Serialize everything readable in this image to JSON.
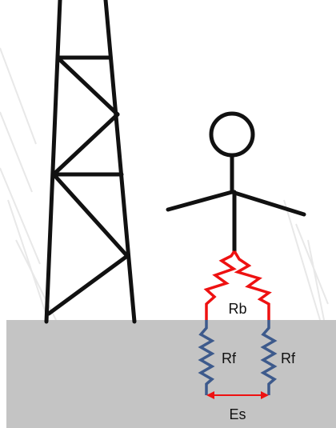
{
  "labels": {
    "body_resistance": "Rb",
    "foot_resistance_left": "Rf",
    "foot_resistance_right": "Rf",
    "step_voltage": "Es"
  },
  "colors": {
    "background": "#ffffff",
    "ground": "#c4c4c4",
    "tower": "#111111",
    "person": "#111111",
    "body_resistor": "#ee1111",
    "foot_resistor": "#3d5a8c",
    "voltage_arrow": "#ee1111",
    "label_text": "#111111"
  },
  "icons": {
    "tower": "transmission-tower-icon",
    "person": "stick-figure-icon"
  }
}
